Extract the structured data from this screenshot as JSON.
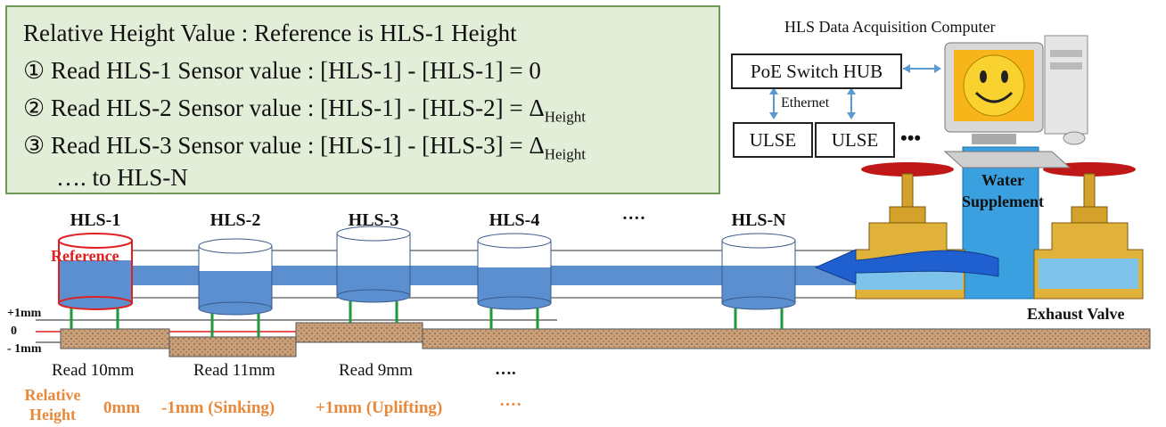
{
  "info": {
    "title": "Relative Height Value : Reference is HLS-1 Height",
    "line1": "① Read HLS-1 Sensor value  : [HLS-1] - [HLS-1] = 0",
    "line2_main": "② Read HLS-2 Sensor value : [HLS-1] - [HLS-2] = Δ",
    "line2_sub": "Height",
    "line3_main": "③ Read HLS-3 Sensor value : [HLS-1] - [HLS-3] = Δ",
    "line3_sub": "Height",
    "line4": "….   to HLS-N"
  },
  "computer": {
    "title": "HLS Data Acquisition Computer",
    "switch_label": "PoE Switch HUB",
    "ethernet_label": "Ethernet",
    "ulse1": "ULSE",
    "ulse2": "ULSE",
    "ulse_more": "•••"
  },
  "sensors": {
    "hls1": "HLS-1",
    "hls2": "HLS-2",
    "hls3": "HLS-3",
    "hls4": "HLS-4",
    "dots": "····",
    "hlsn": "HLS-N",
    "reference": "Reference"
  },
  "valves": {
    "water_supplement": "Water Supplement",
    "exhaust_valve": "Exhaust Valve"
  },
  "scale": {
    "plus": "+1mm",
    "zero": "0",
    "minus": "- 1mm"
  },
  "reads": {
    "r1": "Read 10mm",
    "r2": "Read 11mm",
    "r3": "Read 9mm",
    "r_dots": "….",
    "relative_label": "Relative Height",
    "h1": "0mm",
    "h2": "-1mm (Sinking)",
    "h3": "+1mm (Uplifting)",
    "h_dots": "····"
  },
  "colors": {
    "water": "#5b8fd0",
    "reference_red": "#e02020",
    "orange": "#e8893a",
    "ground": "#c9a07a",
    "panel_bg": "#e3eed8"
  }
}
